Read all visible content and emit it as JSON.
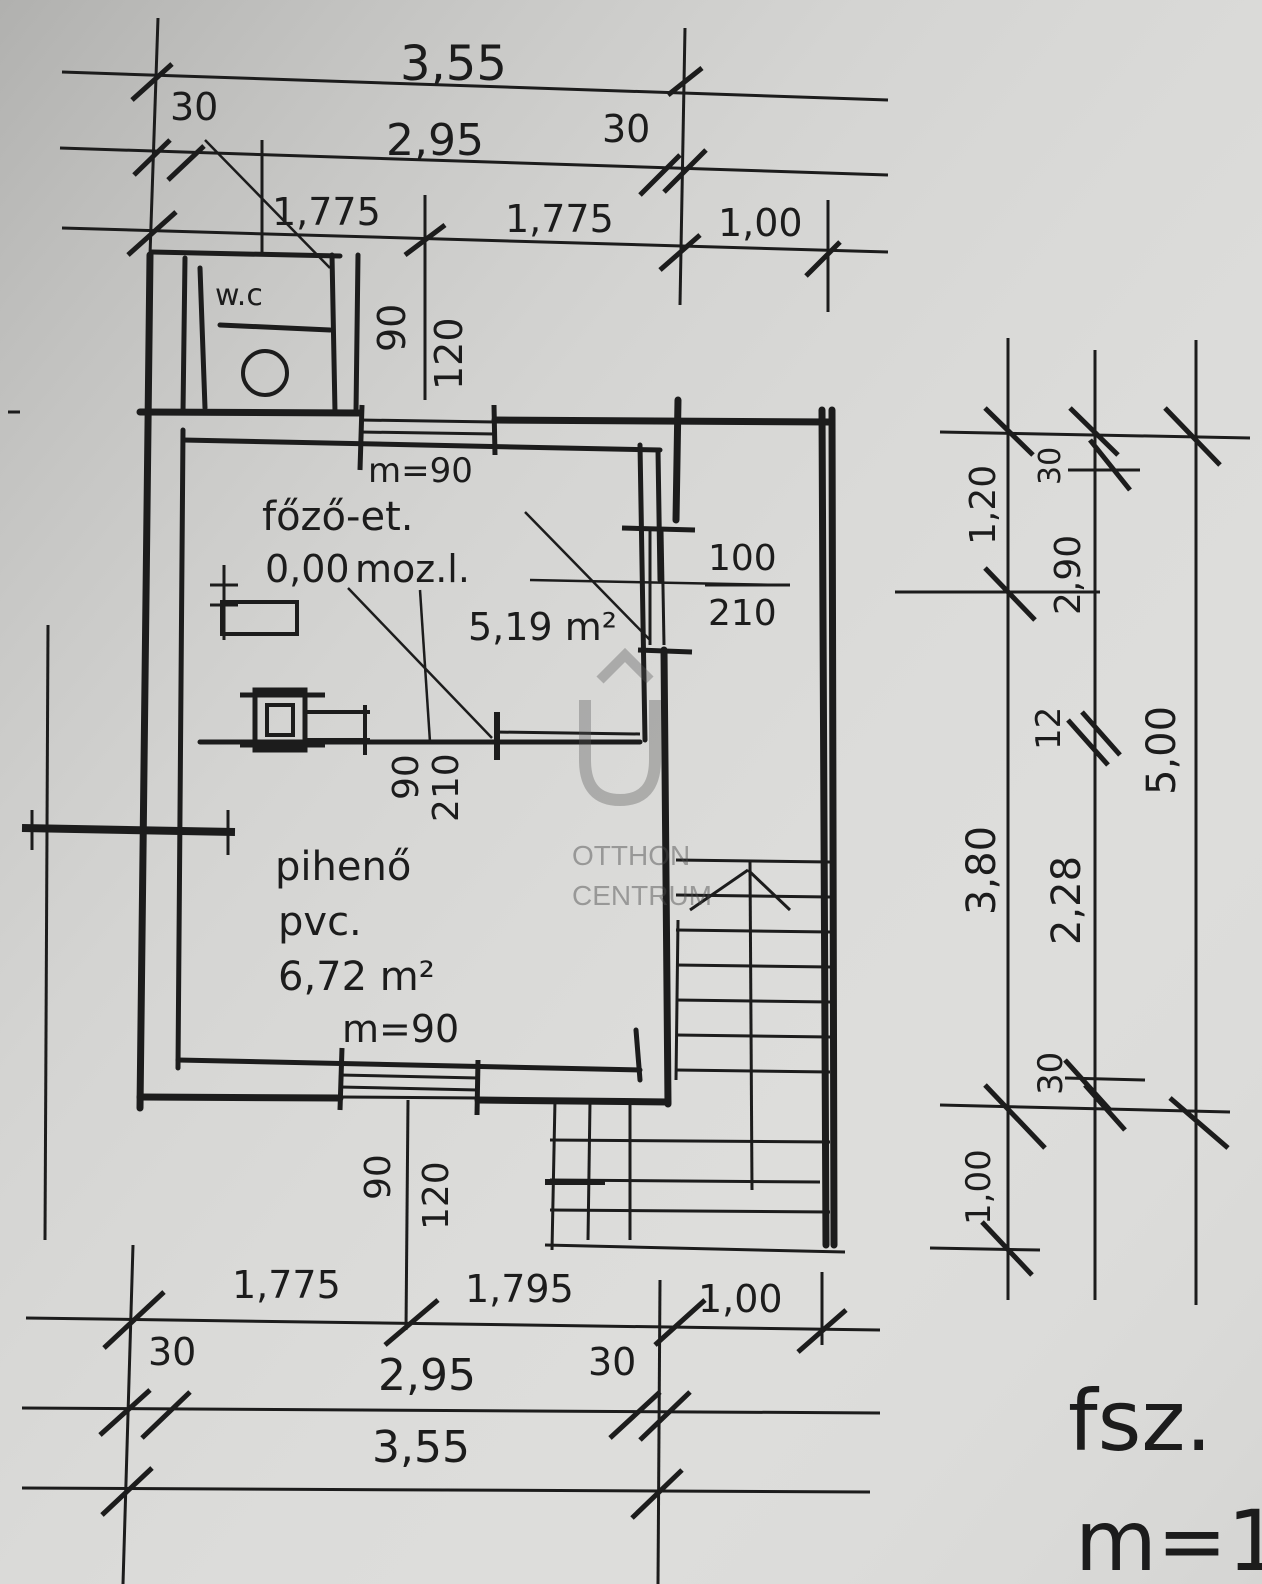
{
  "dimensions": {
    "top": {
      "overall": "3,55",
      "inner": "2,95",
      "wall_left": "30",
      "wall_right": "30",
      "seg_left": "1,775",
      "seg_mid": "1,775",
      "seg_right": "1,00"
    },
    "bottom": {
      "seg_left": "1,775",
      "seg_mid": "1,795",
      "seg_right": "1,00",
      "wall_left": "30",
      "inner": "2,95",
      "wall_right": "30",
      "overall": "3,55"
    },
    "right": {
      "seg_top": "1,20",
      "wall_top": "30",
      "seg_upper": "2,90",
      "thin_wall": "12",
      "seg_main": "3,80",
      "seg_mid": "2,28",
      "total": "5,00",
      "wall_bottom": "30",
      "seg_bottom": "1,00"
    }
  },
  "rooms": {
    "wc": {
      "label": "w.c"
    },
    "kitchen": {
      "name": "főző-et.",
      "level": "0,00",
      "floor": "moz.l.",
      "area": "5,19 m²"
    },
    "rest": {
      "name": "pihenő",
      "floor": "pvc.",
      "area": "6,72 m²"
    }
  },
  "openings": {
    "door_top": {
      "width": "m=90"
    },
    "door_bottom": {
      "width": "m=90"
    },
    "window_top": {
      "w": "90",
      "h": "120"
    },
    "window_right": {
      "w": "100",
      "h": "210"
    },
    "door_inner": {
      "w": "90",
      "h": "210"
    },
    "window_bottom": {
      "w": "90",
      "h": "120"
    }
  },
  "sheet": {
    "floor_label": "fsz.",
    "scale": "m=1"
  },
  "watermark": {
    "line1": "OTTHON",
    "line2": "CENTRUM"
  },
  "colors": {
    "paper": "#dcdcda",
    "ink": "#1c1c1c"
  }
}
